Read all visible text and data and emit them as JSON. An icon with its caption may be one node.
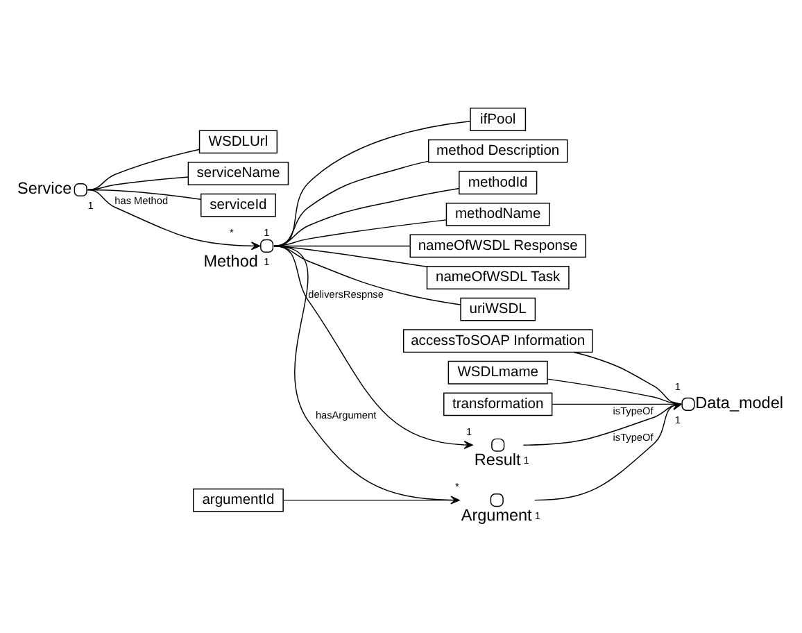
{
  "diagram": {
    "nodes": [
      {
        "text": [
          "WSDLUrl"
        ]
      },
      {
        "text": [
          "serviceName"
        ]
      },
      {
        "text": [
          "serviceId"
        ]
      },
      {
        "text": [],
        "shape": "circle",
        "beside": [
          "Service"
        ]
      },
      {
        "text": [
          "methodId"
        ]
      },
      {
        "text": [
          "methodName"
        ]
      },
      {
        "text": [
          "nameOfWSDL Response"
        ]
      },
      {
        "text": [],
        "shape": "circle",
        "beside": [
          "Method"
        ]
      },
      {
        "text": [
          "nameOfWSDL Task"
        ]
      },
      {
        "text": [
          "uriWSDL"
        ]
      },
      {
        "text": [
          "argumentId"
        ]
      },
      {
        "text": [],
        "shape": "circle",
        "beside": [
          "Argument"
        ]
      },
      {
        "text": [],
        "shape": "circle",
        "beside": [
          "Result"
        ]
      },
      {
        "text": [
          "ifPool"
        ]
      },
      {
        "text": [
          "method Description"
        ]
      },
      {
        "text": [
          "accessToSOAP Information"
        ]
      },
      {
        "text": [],
        "shape": "circle",
        "beside": [
          "Data_model"
        ]
      },
      {
        "text": [
          "WSDLmame"
        ]
      },
      {
        "text": [
          "transformation"
        ]
      }
    ],
    "edges": [
      {
        "from": 3,
        "to": 0,
        "arrow": "none"
      },
      {
        "from": 3,
        "to": 1,
        "arrow": "none"
      },
      {
        "from": 3,
        "to": 2,
        "arrow": "none"
      },
      {
        "from": 3,
        "to": 7,
        "arrow": "to",
        "label": "has Method"
      },
      {
        "from": 7,
        "to": 4,
        "arrow": "none"
      },
      {
        "from": 7,
        "to": 5,
        "arrow": "none"
      },
      {
        "from": 7,
        "to": 6,
        "arrow": "none"
      },
      {
        "from": 7,
        "to": 8,
        "arrow": "none"
      },
      {
        "from": 7,
        "to": 9,
        "arrow": "none"
      },
      {
        "from": 7,
        "to": 13,
        "arrow": "none"
      },
      {
        "from": 7,
        "to": 14,
        "arrow": "none"
      },
      {
        "from": 7,
        "to": 11,
        "arrow": "to",
        "label": "hasArgument"
      },
      {
        "from": 7,
        "to": 12,
        "arrow": "to",
        "label": "deliversRespnse"
      },
      {
        "from": 10,
        "to": 11,
        "arrow": "none"
      },
      {
        "from": 11,
        "to": 16,
        "arrow": "to",
        "label": "isTypeOf"
      },
      {
        "from": 12,
        "to": 16,
        "arrow": "to",
        "label": "isTypeOf"
      },
      {
        "from": 15,
        "to": 16,
        "arrow": "none"
      },
      {
        "from": 17,
        "to": 16,
        "arrow": "none"
      },
      {
        "from": 18,
        "to": 16,
        "arrow": "none"
      }
    ],
    "labels": [
      "1",
      "*",
      "1",
      "1",
      "*",
      "1",
      "1",
      "1",
      "1",
      "1"
    ]
  }
}
